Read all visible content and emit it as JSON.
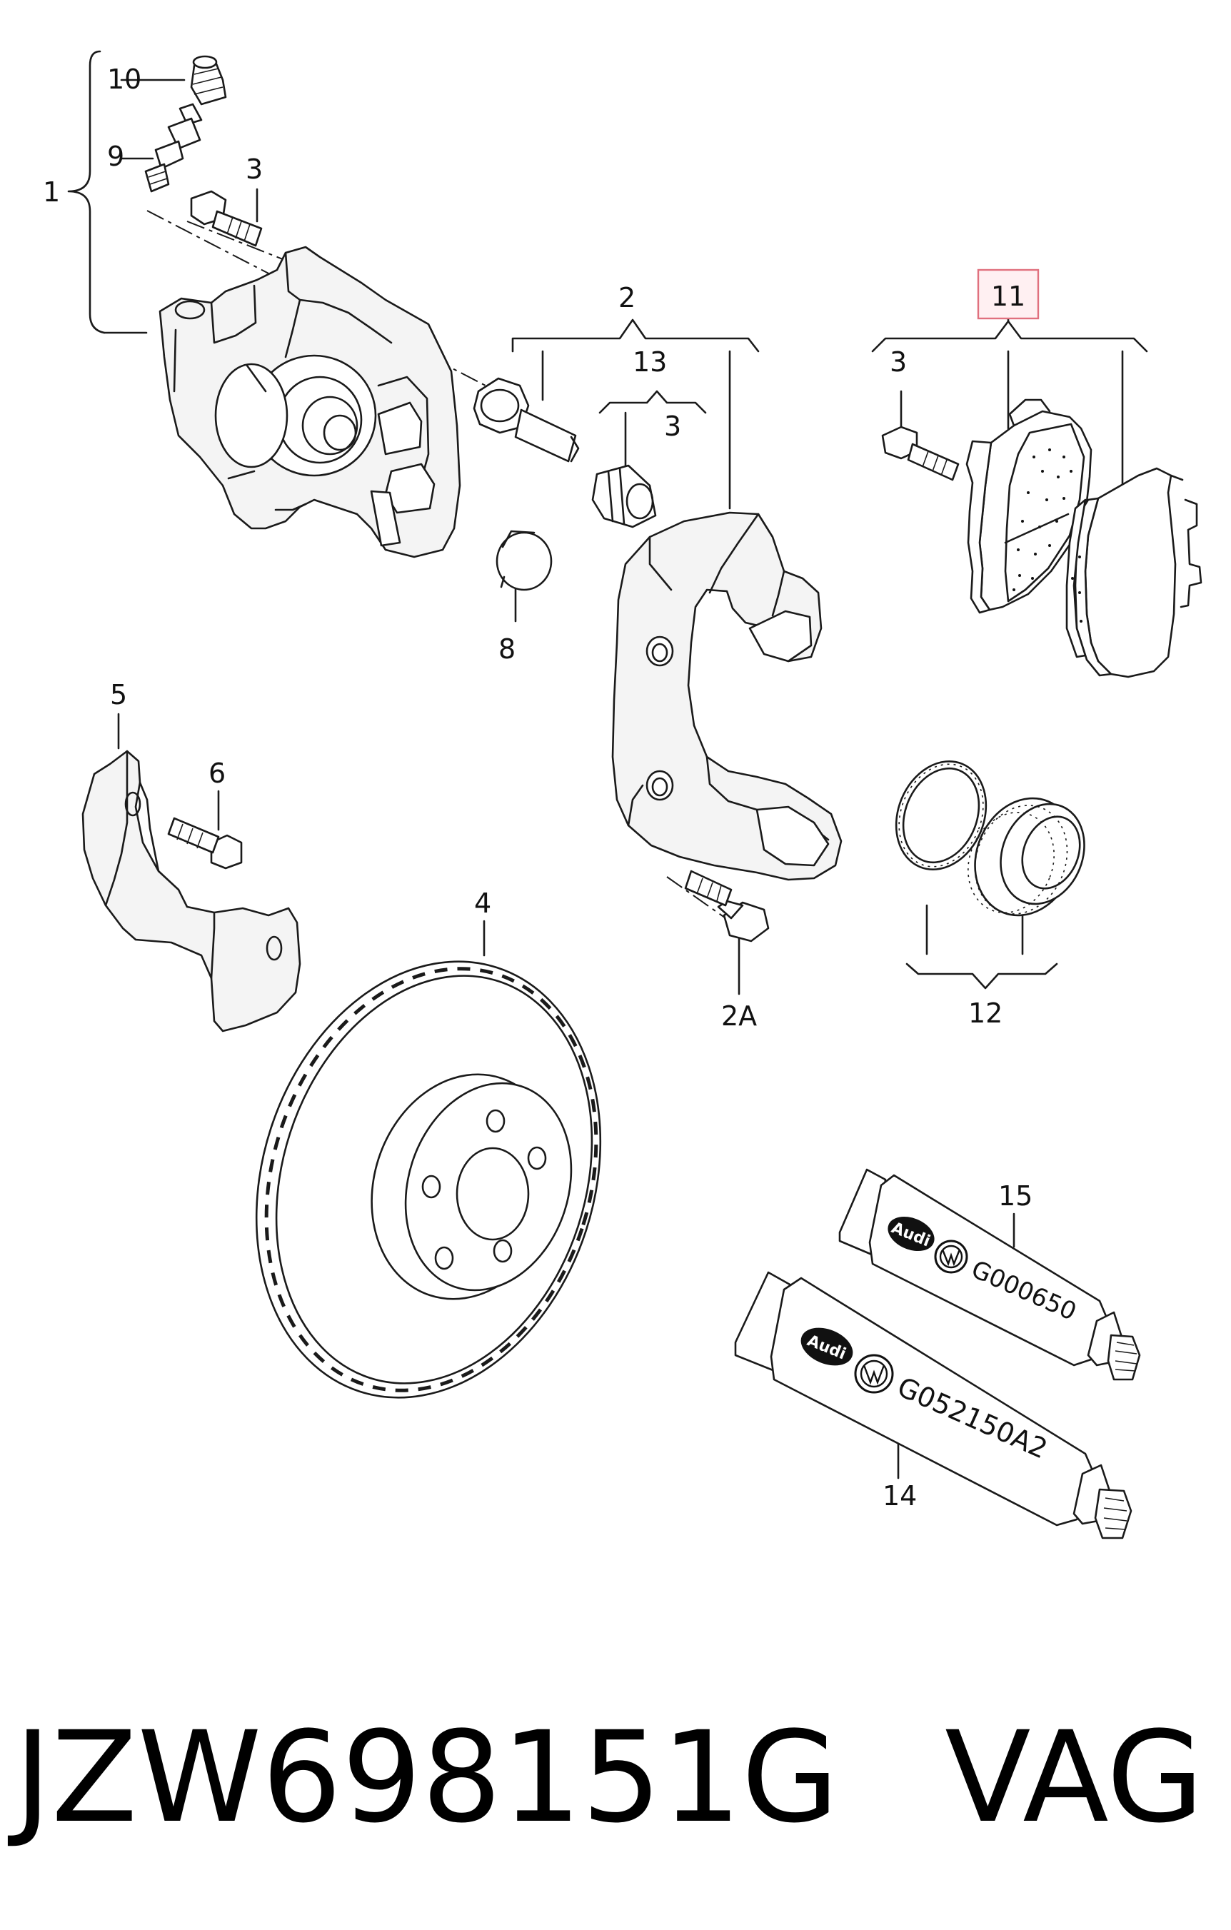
{
  "callouts": [
    {
      "id": "c1",
      "label": "1"
    },
    {
      "id": "c2",
      "label": "2"
    },
    {
      "id": "c2a",
      "label": "2A"
    },
    {
      "id": "c3a",
      "label": "3"
    },
    {
      "id": "c3b",
      "label": "3"
    },
    {
      "id": "c3c",
      "label": "3"
    },
    {
      "id": "c4",
      "label": "4"
    },
    {
      "id": "c5",
      "label": "5"
    },
    {
      "id": "c6",
      "label": "6"
    },
    {
      "id": "c8",
      "label": "8"
    },
    {
      "id": "c9",
      "label": "9"
    },
    {
      "id": "c10",
      "label": "10"
    },
    {
      "id": "c11",
      "label": "11",
      "highlighted": true,
      "highlight_color": "#e0707e"
    },
    {
      "id": "c12",
      "label": "12"
    },
    {
      "id": "c13",
      "label": "13"
    },
    {
      "id": "c14",
      "label": "14"
    },
    {
      "id": "c15",
      "label": "15"
    }
  ],
  "tubes": {
    "tube15": {
      "brand": "Audi",
      "code": "G000650"
    },
    "tube14": {
      "brand": "Audi",
      "code": "G052150A2"
    }
  },
  "footer": {
    "part_number": "JZW698151G",
    "brand": "VAG"
  }
}
